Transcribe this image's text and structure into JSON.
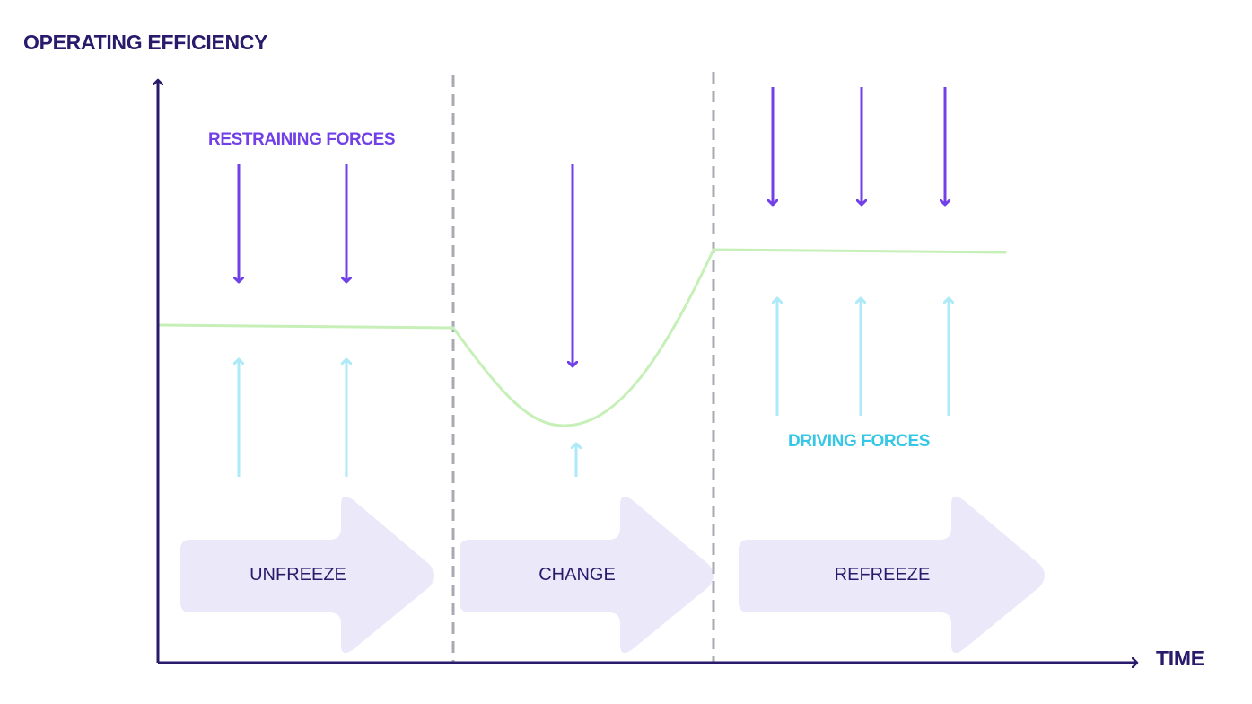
{
  "axes": {
    "y_label": "OPERATING EFFICIENCY",
    "x_label": "TIME"
  },
  "labels": {
    "restraining_forces": "RESTRAINING FORCES",
    "driving_forces": "DRIVING FORCES"
  },
  "phases": [
    {
      "label": "UNFREEZE"
    },
    {
      "label": "CHANGE"
    },
    {
      "label": "REFREEZE"
    }
  ],
  "colors": {
    "axis": "#2a1a6b",
    "restraining_arrow": "#7140e6",
    "driving_arrow": "#aee9f7",
    "efficiency_line": "#c6f0b8",
    "phase_arrow_fill": "#ebe8fa",
    "divider": "#a9a9b3"
  }
}
